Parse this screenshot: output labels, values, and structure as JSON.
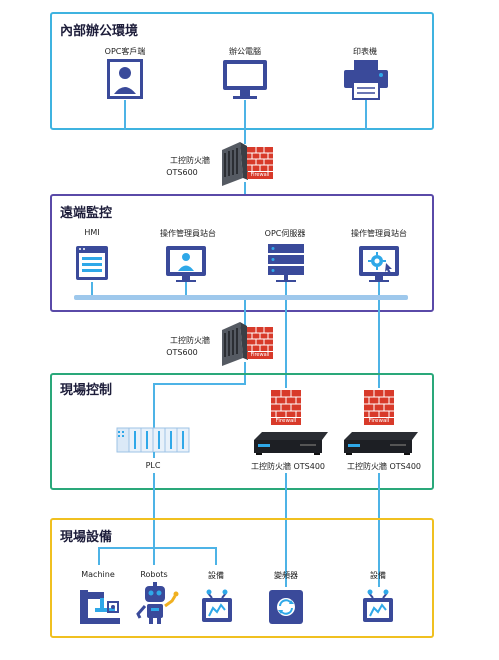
{
  "zones": {
    "office": {
      "title": "內部辦公環境",
      "color": "#3fb3e0",
      "items": {
        "opc_client": "OPC客戶端",
        "office_pc": "辦公電腦",
        "printer": "印表機"
      }
    },
    "remote": {
      "title": "遠端監控",
      "color": "#5a4aa8",
      "items": {
        "hmi": "HMI",
        "workstation1": "操作管理員站台",
        "opc_server": "OPC伺服器",
        "workstation2": "操作管理員站台"
      }
    },
    "field_control": {
      "title": "現場控制",
      "color": "#2aa87a",
      "items": {
        "plc": "PLC",
        "fw1": "工控防火牆 OTS400",
        "fw2": "工控防火牆 OTS400"
      }
    },
    "field_devices": {
      "title": "現場設備",
      "color": "#f0c020",
      "items": {
        "machine": "Machine",
        "robots": "Robots",
        "equipment1": "設備",
        "inverter": "變頻器",
        "equipment2": "設備"
      }
    }
  },
  "firewalls": {
    "top": {
      "line1": "工控防火牆",
      "line2": "OTS600",
      "badge": "Firewall"
    },
    "middle": {
      "line1": "工控防火牆",
      "line2": "OTS600",
      "badge": "Firewall"
    },
    "ots400_badge_1": "Firewall",
    "ots400_badge_2": "Firewall"
  },
  "colors": {
    "icon_primary": "#3a4a9a",
    "icon_accent": "#2fa8e8",
    "firewall_red": "#d83a2a",
    "line_blue": "#4db3e6"
  }
}
